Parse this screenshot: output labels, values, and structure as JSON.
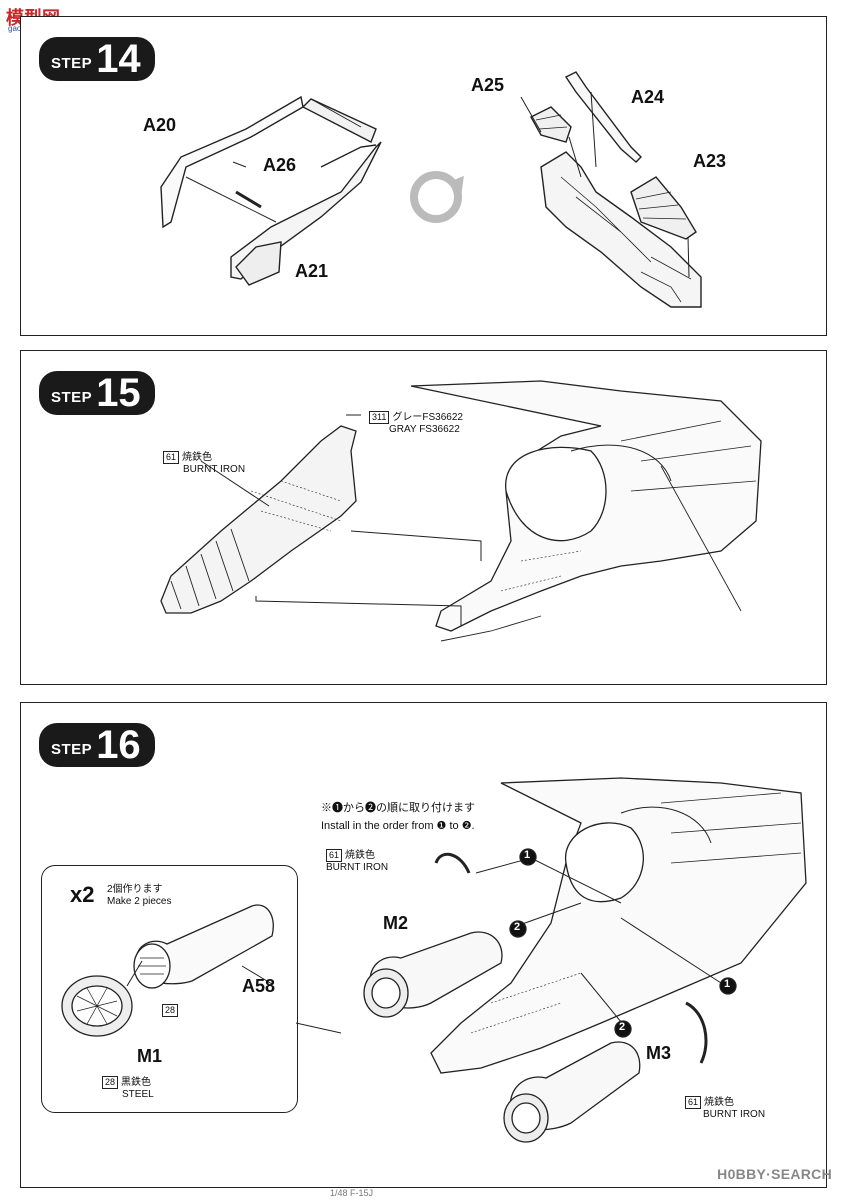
{
  "watermark": {
    "logo": "模型网",
    "site": "gao-shou.com",
    "brand": "H0BBY·SEARCH"
  },
  "steps": [
    {
      "word": "STEP",
      "number": "14",
      "parts": [
        "A20",
        "A26",
        "A21",
        "A25",
        "A24",
        "A23"
      ]
    },
    {
      "word": "STEP",
      "number": "15",
      "colors": [
        {
          "code": "311",
          "jp": "グレーFS36622",
          "en": "GRAY FS36622"
        },
        {
          "code": "61",
          "jp": "焼鉄色",
          "en": "BURNT IRON"
        }
      ]
    },
    {
      "word": "STEP",
      "number": "16",
      "note_jp": "※❶から❷の順に取り付けます",
      "note_en": "Install in the order from ❶ to ❷.",
      "inset": {
        "qty": "x2",
        "jp": "2個作ります",
        "en": "Make 2 pieces"
      },
      "parts": [
        "A58",
        "M1",
        "M2",
        "M3"
      ],
      "order_marks": [
        "1",
        "2",
        "2",
        "1"
      ],
      "colors": [
        {
          "code": "28",
          "jp": "黒鉄色",
          "en": "STEEL"
        },
        {
          "code": "61",
          "jp": "焼鉄色",
          "en": "BURNT IRON"
        },
        {
          "code": "61",
          "jp": "焼鉄色",
          "en": "BURNT IRON"
        }
      ],
      "inset_code": "28"
    }
  ],
  "footer": "1/48 F-15J"
}
